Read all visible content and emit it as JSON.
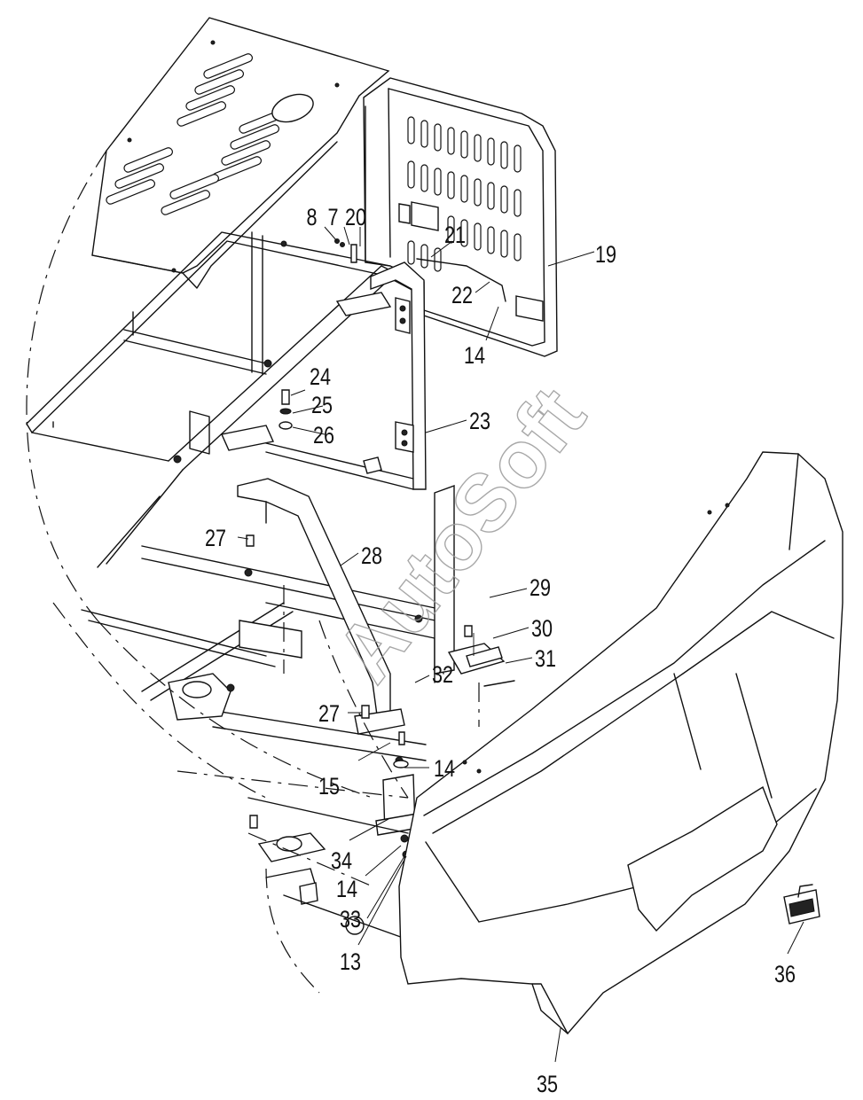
{
  "watermark": "AutoSoft",
  "callouts": {
    "c8": "8",
    "c7": "7",
    "c20": "20",
    "c21": "21",
    "c19": "19",
    "c22": "22",
    "c14a": "14",
    "c24": "24",
    "c25": "25",
    "c26": "26",
    "c23": "23",
    "c27a": "27",
    "c28": "28",
    "c29": "29",
    "c30": "30",
    "c31": "31",
    "c32": "32",
    "c27b": "27",
    "c15": "15",
    "c14b": "14",
    "c34": "34",
    "c14c": "14",
    "c33": "33",
    "c13": "13",
    "c36": "36",
    "c35": "35"
  }
}
